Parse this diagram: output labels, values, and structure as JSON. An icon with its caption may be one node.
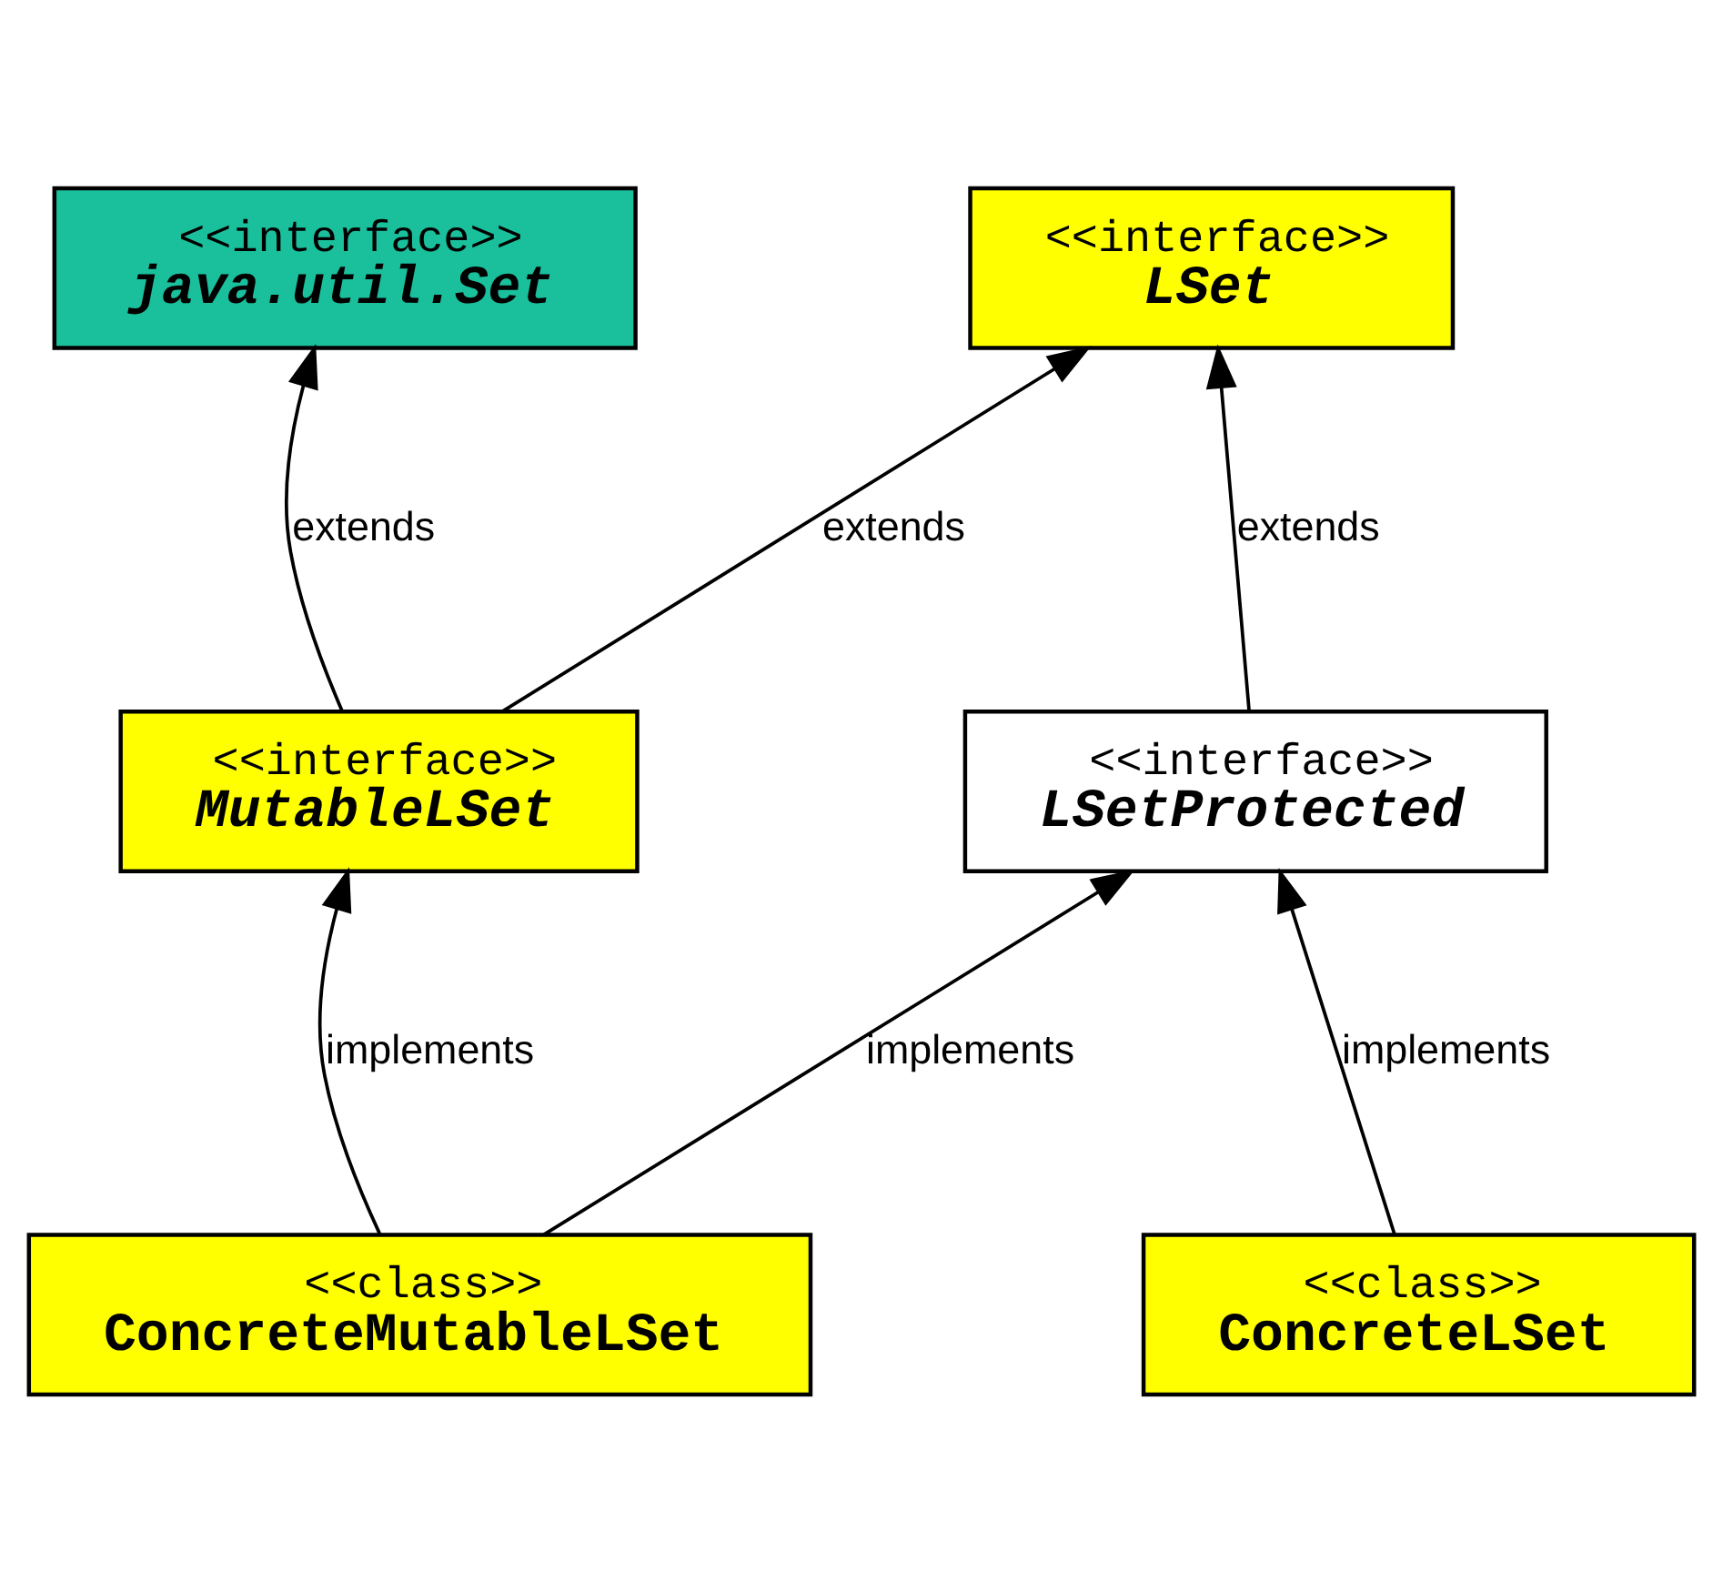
{
  "diagram": {
    "nodes": [
      {
        "text": [
          "<<interface>>",
          "java.util.Set"
        ]
      },
      {
        "text": [
          "<<interface>>",
          "LSet"
        ]
      },
      {
        "text": [
          "<<interface>>",
          "MutableLSet"
        ]
      },
      {
        "text": [
          "<<interface>>",
          "LSetProtected"
        ]
      },
      {
        "text": [
          "<<class>>",
          "ConcreteMutableLSet"
        ]
      },
      {
        "text": [
          "<<class>>",
          "ConcreteLSet"
        ]
      }
    ],
    "edges": [
      {
        "from": 2,
        "to": 0,
        "arrow": "to",
        "label": "extends"
      },
      {
        "from": 2,
        "to": 1,
        "arrow": "to",
        "label": "extends"
      },
      {
        "from": 3,
        "to": 1,
        "arrow": "to",
        "label": "extends"
      },
      {
        "from": 4,
        "to": 2,
        "arrow": "to",
        "label": "implements"
      },
      {
        "from": 4,
        "to": 3,
        "arrow": "to",
        "label": "implements"
      },
      {
        "from": 5,
        "to": 3,
        "arrow": "to",
        "label": "implements"
      }
    ]
  }
}
